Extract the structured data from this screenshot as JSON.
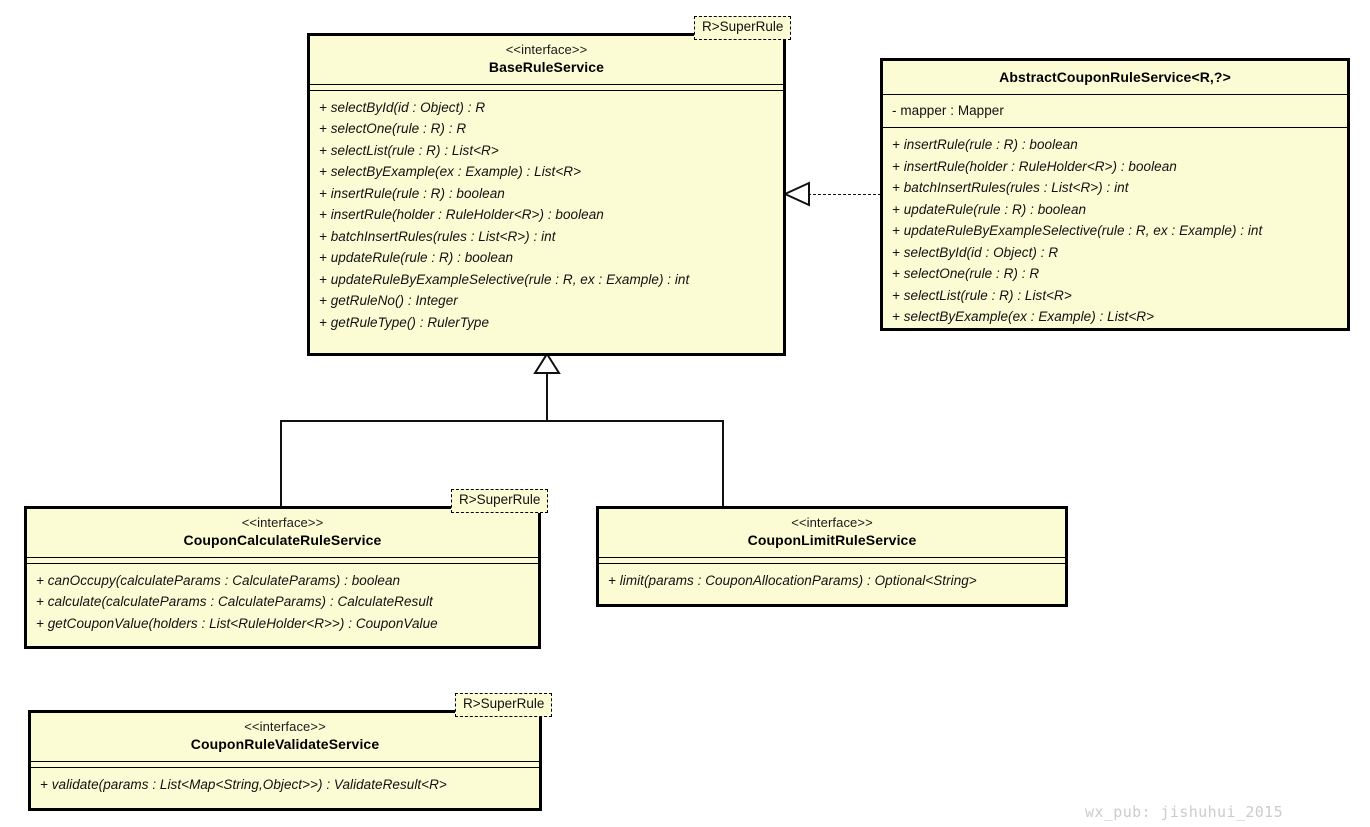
{
  "diagram": {
    "type": "uml-class-diagram",
    "background": "#ffffff",
    "box_fill": "#fbfbd4",
    "box_border": "#000000",
    "watermark": "wx_pub: jishuhui_2015"
  },
  "classes": {
    "base_rule_service": {
      "stereotype": "<<interface>>",
      "name": "BaseRuleService",
      "type_param_tag": "R>SuperRule",
      "attributes": [],
      "methods": [
        "+ selectById(id : Object) : R",
        "+ selectOne(rule : R) : R",
        "+ selectList(rule : R) : List<R>",
        "+ selectByExample(ex : Example) : List<R>",
        "+ insertRule(rule : R) : boolean",
        "+ insertRule(holder : RuleHolder<R>) : boolean",
        "+ batchInsertRules(rules : List<R>) : int",
        "+ updateRule(rule : R) : boolean",
        "+ updateRuleByExampleSelective(rule : R, ex : Example) : int",
        "+ getRuleNo() : Integer",
        "+ getRuleType() : RulerType"
      ]
    },
    "abstract_coupon_rule_service": {
      "stereotype": "",
      "name": "AbstractCouponRuleService<R,?>",
      "attributes": [
        "- mapper : Mapper"
      ],
      "methods": [
        "+ insertRule(rule : R) : boolean",
        "+ insertRule(holder : RuleHolder<R>) : boolean",
        "+ batchInsertRules(rules : List<R>) : int",
        "+ updateRule(rule : R) : boolean",
        "+ updateRuleByExampleSelective(rule : R, ex : Example) : int",
        "+ selectById(id : Object) : R",
        "+ selectOne(rule : R) : R",
        "+ selectList(rule : R) : List<R>",
        "+ selectByExample(ex : Example) : List<R>"
      ]
    },
    "coupon_calculate_rule_service": {
      "stereotype": "<<interface>>",
      "name": "CouponCalculateRuleService",
      "type_param_tag": "R>SuperRule",
      "attributes": [],
      "methods": [
        "+ canOccupy(calculateParams : CalculateParams) : boolean",
        "+ calculate(calculateParams : CalculateParams) : CalculateResult",
        "+ getCouponValue(holders : List<RuleHolder<R>>) : CouponValue"
      ]
    },
    "coupon_limit_rule_service": {
      "stereotype": "<<interface>>",
      "name": "CouponLimitRuleService",
      "attributes": [],
      "methods": [
        "+ limit(params : CouponAllocationParams) : Optional<String>"
      ]
    },
    "coupon_rule_validate_service": {
      "stereotype": "<<interface>>",
      "name": "CouponRuleValidateService",
      "type_param_tag": "R>SuperRule",
      "attributes": [],
      "methods": [
        "+ validate(params : List<Map<String,Object>>) : ValidateResult<R>"
      ]
    }
  },
  "relations": [
    {
      "kind": "realization",
      "from": "abstract_coupon_rule_service",
      "to": "base_rule_service",
      "style": "dashed-hollow-triangle"
    },
    {
      "kind": "generalization",
      "from": "coupon_calculate_rule_service",
      "to": "base_rule_service",
      "style": "solid-hollow-triangle"
    },
    {
      "kind": "generalization",
      "from": "coupon_limit_rule_service",
      "to": "base_rule_service",
      "style": "solid-hollow-triangle"
    }
  ]
}
